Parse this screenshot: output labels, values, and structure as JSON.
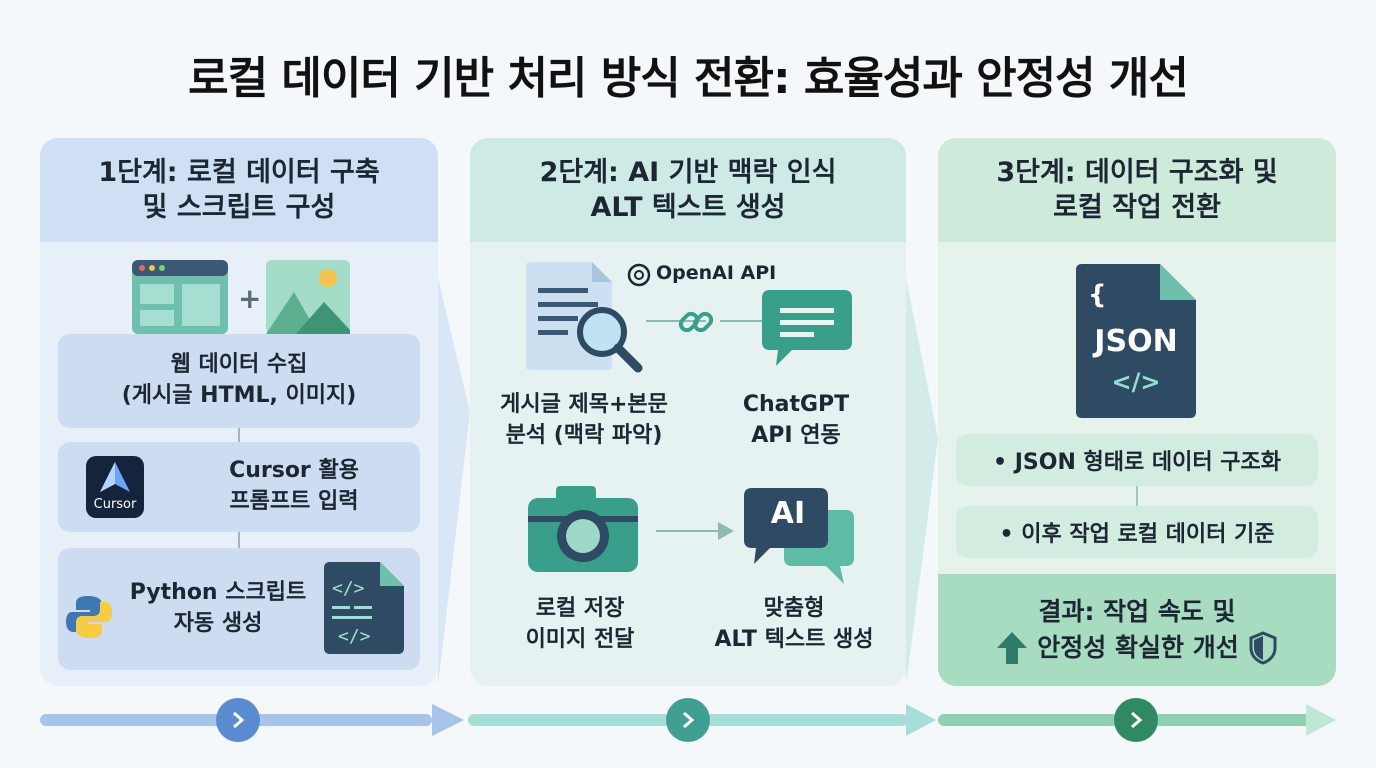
{
  "title": "로컬 데이터 기반 처리 방식 전환: 효율성과 안정성 개선",
  "steps": [
    {
      "heading": "1단계: 로컬 데이터 구축\n및 스크립트 구성",
      "boxes": [
        "웹 데이터 수집\n(게시글 HTML, 이미지)",
        "Cursor 활용\n프롬프트 입력",
        "Python 스크립트\n자동 생성"
      ],
      "cursor_logo_text": "Cursor",
      "icons": [
        "web-page-icon",
        "image-icon",
        "cursor-logo-icon",
        "python-logo-icon",
        "code-file-icon"
      ]
    },
    {
      "heading": "2단계: AI 기반 맥락 인식\nALT 텍스트 생성",
      "api_label": "OpenAI API",
      "labels": [
        "게시글 제목+본문\n분석 (맥락 파악)",
        "ChatGPT\nAPI 연동",
        "로컬 저장\n이미지 전달",
        "맞춤형\nALT 텍스트 생성"
      ],
      "ai_badge": "AI",
      "icons": [
        "document-search-icon",
        "link-icon",
        "chat-bubble-icon",
        "camera-icon",
        "ai-chat-icon",
        "openai-logo-icon"
      ]
    },
    {
      "heading": "3단계: 데이터 구조화 및\n로컬 작업 전환",
      "json_file": {
        "brace": "{",
        "label": "JSON",
        "tag": "</>"
      },
      "bullets": [
        "• JSON 형태로 데이터 구조화",
        "• 이후 작업 로컬 데이터 기준"
      ],
      "result_line1": "결과: 작업 속도 및",
      "result_line2": "안정성 확실한 개선",
      "icons": [
        "json-file-icon",
        "up-arrow-icon",
        "shield-icon"
      ]
    }
  ],
  "colors": {
    "step1": "#cfdff4",
    "step2": "#cdeae6",
    "step3": "#cdeadb",
    "navy": "#2f4a63",
    "teal": "#3a9f8a"
  }
}
